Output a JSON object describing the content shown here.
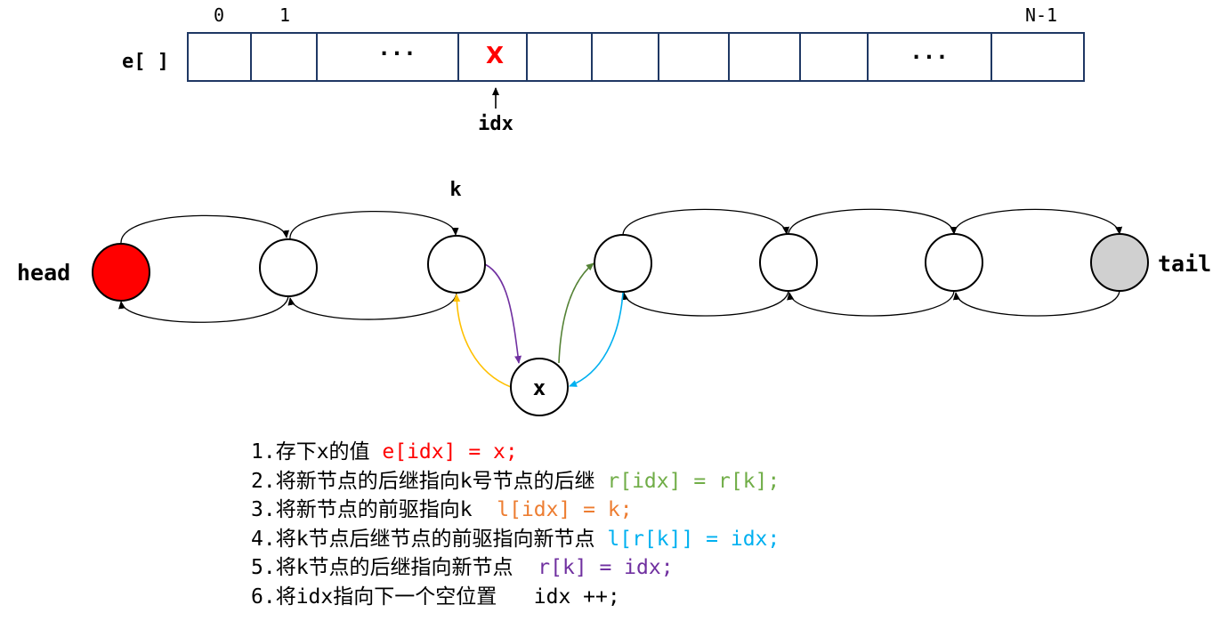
{
  "array": {
    "label": "e[ ]",
    "index_labels": [
      "0",
      "1",
      "N-1"
    ],
    "ellipsis": "...",
    "highlight_value": "X",
    "pointer_label": "idx",
    "highlight_color": "#ff0000",
    "border_color": "#1f3864"
  },
  "list": {
    "head_label": "head",
    "tail_label": "tail",
    "k_label": "k",
    "new_node_label": "x",
    "head_fill": "#ff0000",
    "tail_fill": "#d0d0d0"
  },
  "steps": [
    {
      "text": "1.存下x的值 ",
      "code": "e[idx] = x;",
      "color": "#ff0000"
    },
    {
      "text": "2.将新节点的后继指向k号节点的后继 ",
      "code": "r[idx] = r[k];",
      "color": "#70ad47"
    },
    {
      "text": "3.将新节点的前驱指向k  ",
      "code": "l[idx] = k;",
      "color": "#ed7d31"
    },
    {
      "text": "4.将k节点后继节点的前驱指向新节点 ",
      "code": "l[r[k]] = idx;",
      "color": "#00b0f0"
    },
    {
      "text": "5.将k节点的后继指向新节点  ",
      "code": "r[k] = idx;",
      "color": "#7030a0"
    },
    {
      "text": "6.将idx指向下一个空位置   ",
      "code": "idx ++;",
      "color": "#000000"
    }
  ],
  "arrow_colors": {
    "step2": "#548235",
    "step3": "#ffc000",
    "step4": "#00b0f0",
    "step5": "#7030a0"
  }
}
